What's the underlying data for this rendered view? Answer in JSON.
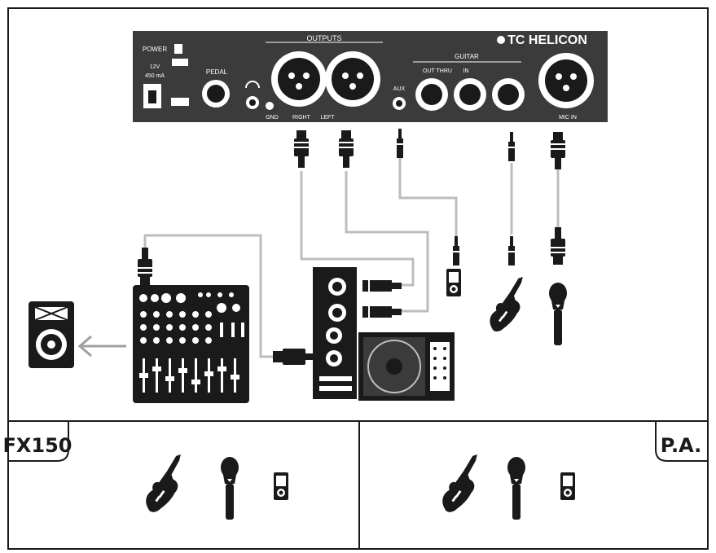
{
  "device": {
    "brand": "TC HELICON",
    "power_label": "POWER",
    "voltage": "12V",
    "current": "450 mA",
    "pedal_label": "PEDAL",
    "gnd_label": "GND",
    "outputs_label": "OUTPUTS",
    "right_label": "RIGHT",
    "left_label": "LEFT",
    "aux_label": "AUX",
    "guitar_label": "GUITAR",
    "out_thru_label": "OUT THRU",
    "in_label": "IN",
    "mic_in_label": "MIC IN"
  },
  "panels": {
    "left_label": "FX150",
    "right_label": "P.A."
  },
  "colors": {
    "panel": "#3b3b3b",
    "cable": "#bdbdbd",
    "arrow": "#a0a0a0",
    "ink": "#1a1a1a"
  }
}
